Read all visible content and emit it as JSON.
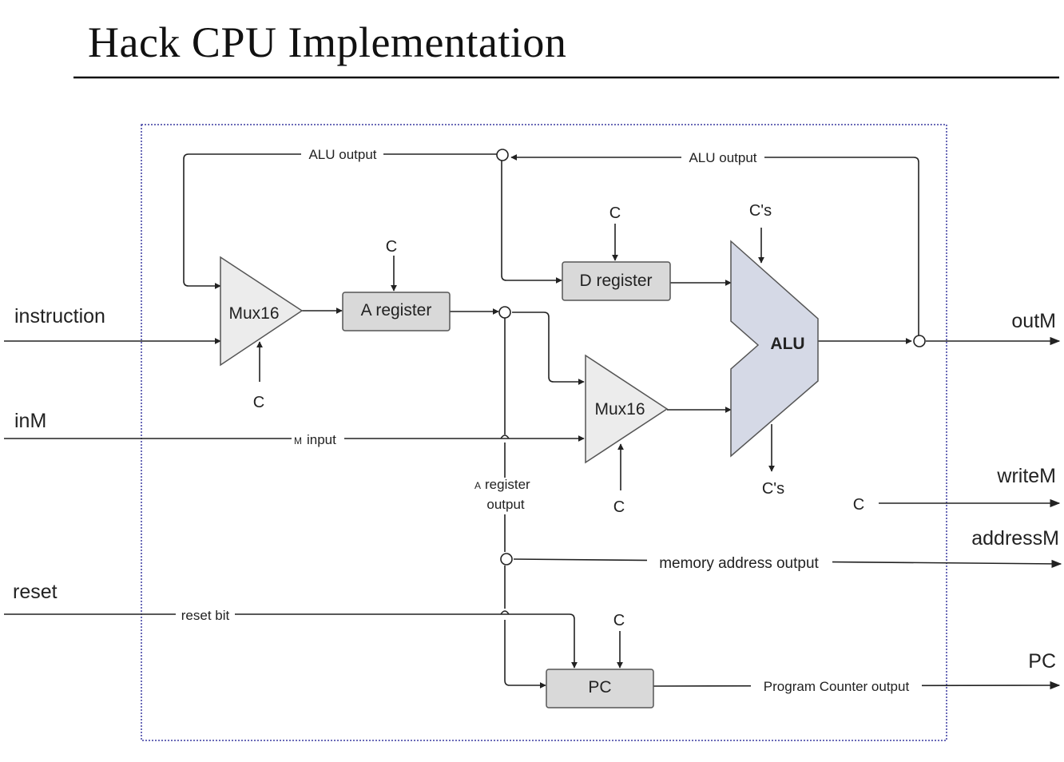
{
  "title": "Hack CPU Implementation",
  "components": {
    "mux_a": "Mux16",
    "mux_b": "Mux16",
    "a_register": "A register",
    "d_register": "D register",
    "alu": "ALU",
    "pc": "PC"
  },
  "inputs": {
    "instruction": "instruction",
    "inM": "inM",
    "reset": "reset"
  },
  "outputs": {
    "outM": "outM",
    "writeM": "writeM",
    "addressM": "addressM",
    "pc": "PC"
  },
  "wire_labels": {
    "alu_output_left": "ALU output",
    "alu_output_right": "ALU output",
    "m_input_prefix": "M",
    "m_input": "input",
    "a_reg_output_prefix": "A",
    "a_reg_output_line1": "register",
    "a_reg_output_line2": "output",
    "memory_address_output": "memory address output",
    "reset_bit": "reset bit",
    "program_counter_output": "Program Counter output"
  },
  "control_labels": {
    "c": "C",
    "cs": "C's"
  },
  "colors": {
    "wire": "#222222",
    "register_fill": "#d9d9d9",
    "mux_fill": "#ececec",
    "alu_fill": "#d5d9e6",
    "frame": "#3a3aa0"
  }
}
